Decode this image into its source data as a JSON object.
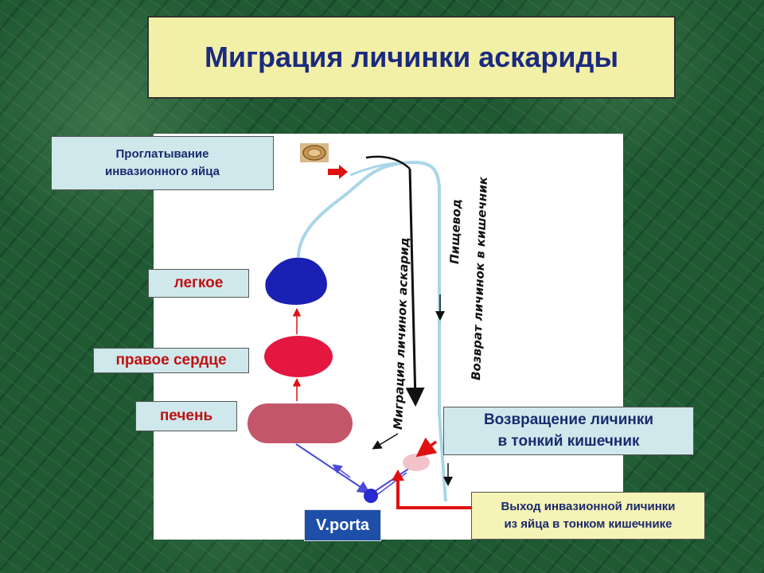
{
  "title": "Миграция личинки аскариды",
  "labels": {
    "ingestion_line1": "Проглатывание",
    "ingestion_line2": "инвазионного яйца",
    "lung": "легкое",
    "right_heart": "правое сердце",
    "liver": "печень",
    "return_line1": "Возвращение личинки",
    "return_line2": "в тонкий кишечник",
    "vporta": "V.porta",
    "exit_line1": "Выход инвазионной личинки",
    "exit_line2": "из яйца в тонком кишечнике"
  },
  "vertical_texts": {
    "migration": "Миграция личинок аскарид",
    "esophagus": "Пищевод",
    "return_to_intestine": "Возврат личинок в кишечник"
  },
  "colors": {
    "lung": "#1a20b4",
    "heart": "#e3173f",
    "liver": "#c4566a",
    "path_light_blue": "#a9d6e8",
    "arrow_red": "#e01010",
    "vessel_blue": "#4a4ad8",
    "title_bg": "#f2efa6",
    "title_text": "#1a2a80"
  }
}
